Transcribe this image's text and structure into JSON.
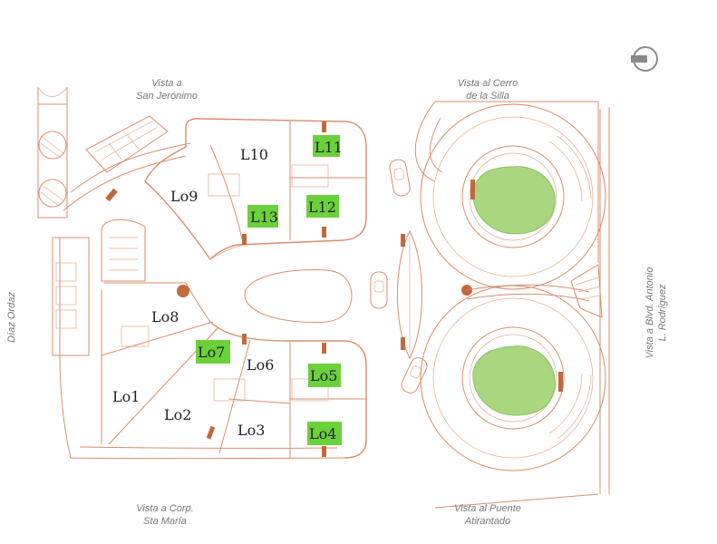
{
  "views": {
    "san_jeronimo": [
      "Vista a",
      "San Jerónimo"
    ],
    "cerro_silla": [
      "Vista al Cerro",
      "de la Silla"
    ],
    "diaz_ordaz": "Díaz Ordaz",
    "blvd_antonio": [
      "Vista a Blvd. Antonio",
      "L. Rodríguez"
    ],
    "corp_sta_maria": [
      "Vista a Corp.",
      "Sta María"
    ],
    "puente_atirantado": [
      "Vista al Puente",
      "Atirantado"
    ]
  },
  "units": {
    "L01": "Lo1",
    "L02": "Lo2",
    "L03": "Lo3",
    "L04": "Lo4",
    "L05": "Lo5",
    "L06": "Lo6",
    "L07": "Lo7",
    "L08": "Lo8",
    "L09": "Lo9",
    "L10": "L10",
    "L11": "L11",
    "L12": "L12",
    "L13": "L13"
  },
  "colors": {
    "available_highlight": "#6bd13b",
    "wall_line": "#d98d6c",
    "tree_fill": "#a9d67f",
    "compass": "#8a8a8a"
  },
  "icons": {
    "compass": "north-compass-icon"
  }
}
